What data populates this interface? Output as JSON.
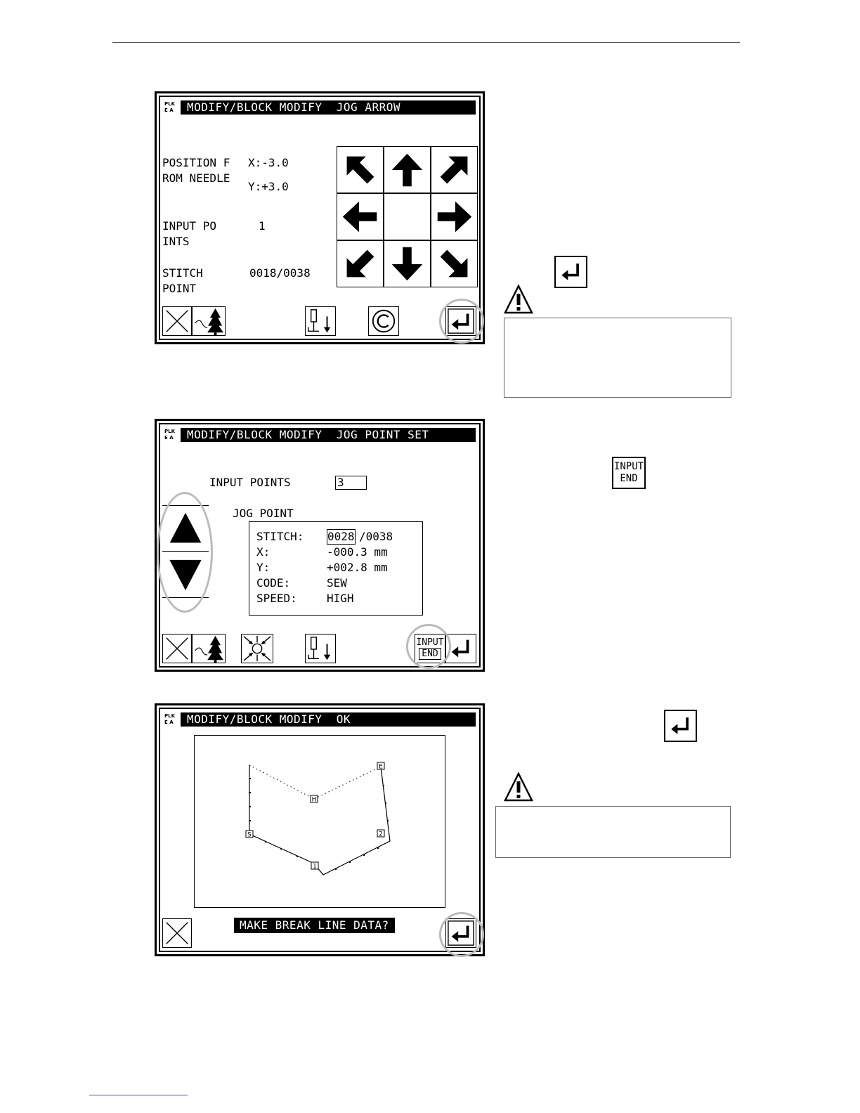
{
  "screen1": {
    "badge": [
      "PLK",
      "E A"
    ],
    "title": "MODIFY/BLOCK MODIFY  JOG ARROW",
    "position_label_1": "POSITION F",
    "position_label_2": "ROM NEEDLE",
    "x_value": "X:-3.0",
    "y_value": "Y:+3.0",
    "input_points_label_1": "INPUT PO",
    "input_points_label_2": "INTS",
    "input_points_value": "1",
    "stitch_label_1": "STITCH",
    "stitch_label_2": "POINT",
    "stitch_value": "0018/0038",
    "icons": [
      "close-icon",
      "tree-icon",
      "needle-down-icon",
      "copyright-icon",
      "enter-icon"
    ],
    "jog_arrows": [
      "arrow-up-left",
      "arrow-up",
      "arrow-up-right",
      "arrow-left",
      "center",
      "arrow-right",
      "arrow-down-left",
      "arrow-down",
      "arrow-down-right"
    ]
  },
  "screen2": {
    "badge": [
      "PLK",
      "E A"
    ],
    "title": "MODIFY/BLOCK MODIFY  JOG POINT SET",
    "input_points_label": "INPUT POINTS",
    "input_points_value": "3",
    "jog_point_label": "JOG POINT",
    "stitch_label": "STITCH:",
    "stitch_current": "0028",
    "stitch_total": "/0038",
    "x_label": "X:",
    "x_value": "-000.3 mm",
    "y_label": "Y:",
    "y_value": "+002.8 mm",
    "code_label": "CODE:",
    "code_value": "SEW",
    "speed_label": "SPEED:",
    "speed_value": "HIGH",
    "input_end_label_1": "INPUT",
    "input_end_label_2": "END"
  },
  "screen3": {
    "badge": [
      "PLK",
      "E A"
    ],
    "title": "MODIFY/BLOCK MODIFY  OK",
    "message": "MAKE BREAK LINE DATA?",
    "markers": [
      "E",
      "H",
      "S",
      "2",
      "1"
    ]
  },
  "side": {
    "input_end_label_1": "INPUT",
    "input_end_label_2": "END"
  }
}
